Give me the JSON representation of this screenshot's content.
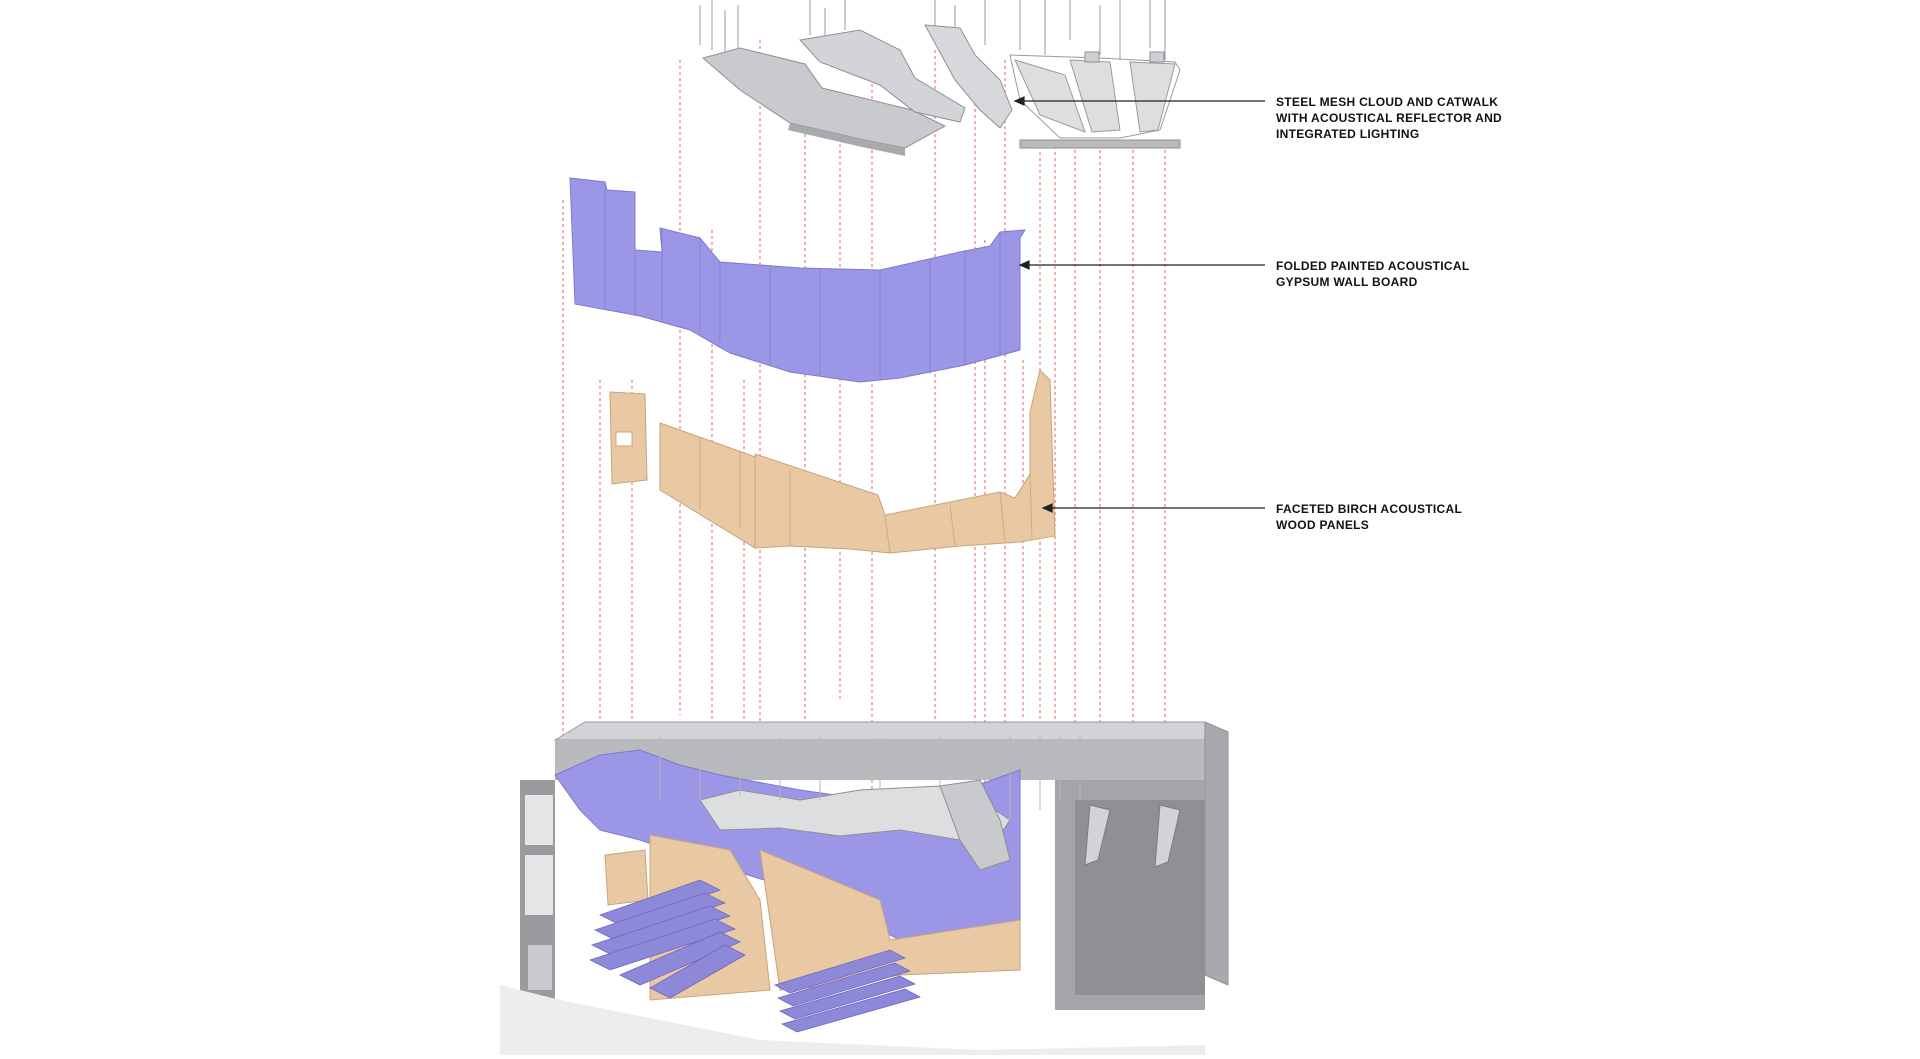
{
  "callouts": [
    {
      "lines": [
        "STEEL MESH CLOUD AND CATWALK",
        "WITH ACOUSTICAL REFLECTOR AND",
        "INTEGRATED LIGHTING"
      ]
    },
    {
      "lines": [
        "FOLDED PAINTED ACOUSTICAL",
        "GYPSUM WALL BOARD"
      ]
    },
    {
      "lines": [
        "FACETED BIRCH ACOUSTICAL",
        "WOOD PANELS"
      ]
    }
  ],
  "colors": {
    "gypsum": "#9c96e6",
    "birch": "#e8c9a4",
    "steel": "#cfd0d3",
    "wall": "#b9babd",
    "guide": "#e0443c",
    "leader": "#222222",
    "seat": "#8e88d8"
  }
}
